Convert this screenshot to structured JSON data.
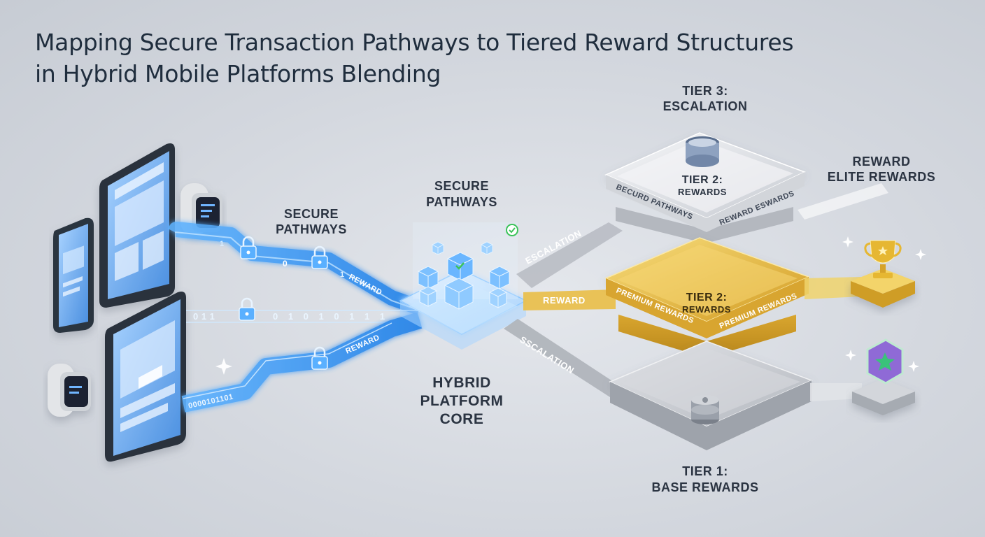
{
  "title": {
    "line1": "Mapping Secure Transaction Pathways to Tiered Reward Structures",
    "line2": "in Hybrid Mobile Platforms Blending"
  },
  "left_labels": {
    "secure_pathways_line1": "SECURE",
    "secure_pathways_line2": "PATHWAYS"
  },
  "core": {
    "top_line1": "SECURE",
    "top_line2": "PATHWAYS",
    "bottom_line1": "HYBRID",
    "bottom_line2": "PLATFORM",
    "bottom_line3": "CORE"
  },
  "streams": {
    "top_bits": [
      "1",
      "0",
      "1"
    ],
    "top_reward": "REWARD",
    "mid_bits": "0 1 1",
    "mid_bits2": "0 1 0 1 0 1 1 1",
    "bottom_bits": "0000101101",
    "bottom_reward": "REWARD"
  },
  "connectors": {
    "escalation_top": "ESCALATION",
    "reward_mid": "REWARD",
    "escalation_bottom": "SSCALATION"
  },
  "tier3": {
    "header_line1": "TIER 3:",
    "header_line2": "ESCALATION",
    "center_line1": "TIER 2:",
    "center_line2": "REWARDS",
    "edge_left": "BECURD PATHWAYS",
    "edge_right": "REWARD ESWARDS"
  },
  "tier2": {
    "center_line1": "TIER 2:",
    "center_line2": "REWARDS",
    "edge_left": "PREMIUM REWARDS",
    "edge_right": "PREMIUM REWARDS"
  },
  "tier1": {
    "footer_line1": "TIER 1:",
    "footer_line2": "BASE REWARDS"
  },
  "right_labels": {
    "line1": "REWARD",
    "line2": "ELITE REWARDS"
  },
  "icons": [
    "lock-icon",
    "check-icon",
    "trophy-icon",
    "star-badge-icon",
    "database-icon",
    "coin-stack-icon"
  ],
  "colors": {
    "stream_blue": "#2f8ff0",
    "gold": "#e2b53c",
    "silver": "#c9cdd3",
    "text_dark": "#2b3442",
    "check_green": "#3cc35a"
  }
}
